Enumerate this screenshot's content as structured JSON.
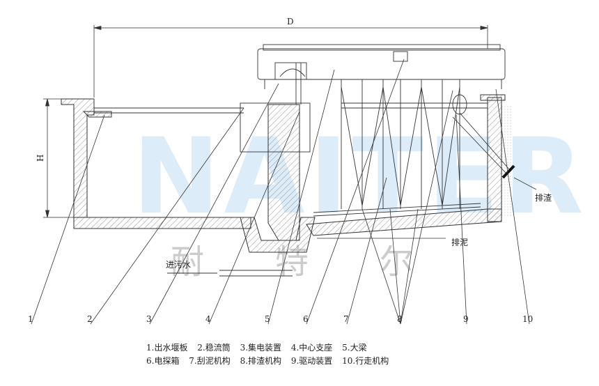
{
  "dimensions": {
    "diameter": "D",
    "height": "H"
  },
  "watermark": {
    "text": "NAITER",
    "chinese": [
      "耐",
      "特",
      "尔"
    ]
  },
  "side_labels": {
    "slag_discharge": "排渣",
    "sludge_discharge": "排泥",
    "sewage_inlet": "进污水"
  },
  "callouts": [
    "1",
    "2",
    "3",
    "4",
    "5",
    "6",
    "7",
    "8",
    "9",
    "10"
  ],
  "legend": [
    [
      "1.出水堰板",
      "2.稳流筒",
      "3.集电装置",
      "4.中心支座",
      "5.大梁"
    ],
    [
      "6.电探箱",
      "7.刮泥机构",
      "8.排渣机构",
      "9.驱动装置",
      "10.行走机构"
    ]
  ],
  "colors": {
    "line": "#333333",
    "watermark_blue": "#2a8fd6",
    "watermark_grey": "#6e6e6e"
  }
}
